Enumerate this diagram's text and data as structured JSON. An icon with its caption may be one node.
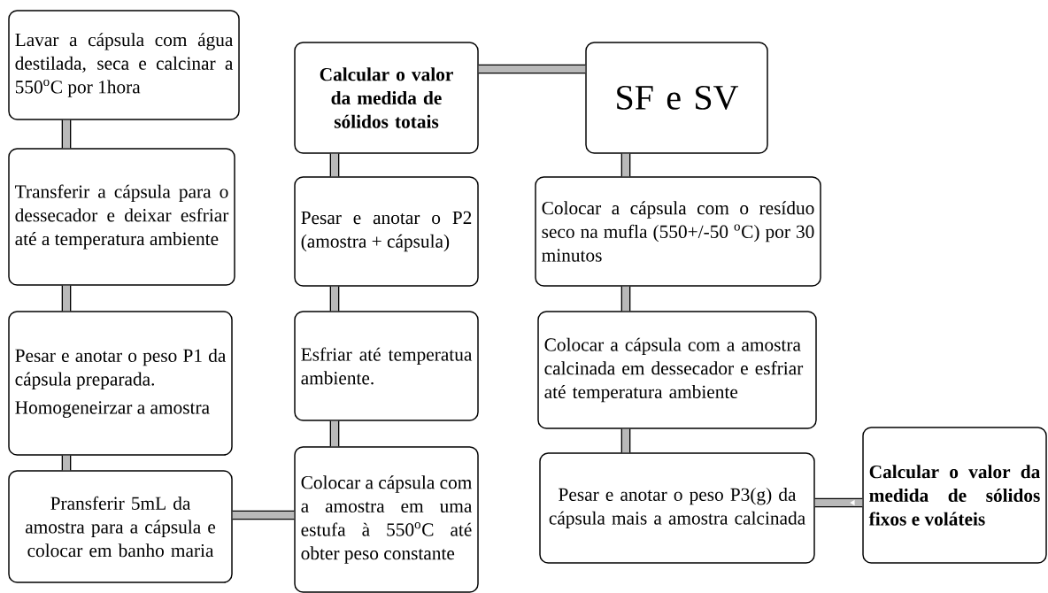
{
  "diagram": {
    "nodes": [
      {
        "text": [
          "Lavar a cápsula com água destilada, seca e calcinar a 550$^{o}$C por 1hora"
        ]
      },
      {
        "text": [
          "Transferir a cápsula para o dessecador e deixar esfriar até a temperatura ambiente"
        ]
      },
      {
        "text": [
          "Pesar e anotar o peso P1 da cápsula preparada.",
          "Homogeneirzar a amostra"
        ]
      },
      {
        "text": [
          "Pransferir 5mL da amostra para a cápsula e colocar em banho maria"
        ]
      },
      {
        "text": [
          "Colocar a cápsula com a amostra em uma estufa à 550$^{o}$C até obter peso constante"
        ]
      },
      {
        "text": [
          "Esfriar até temperatua ambiente."
        ]
      },
      {
        "text": [
          "Pesar e anotar o P2 (amostra + cápsula)"
        ]
      },
      {
        "text": [
          "Calcular o valor da medida de sólidos totais"
        ]
      },
      {
        "text": [
          "SF e SV"
        ]
      },
      {
        "text": [
          "Colocar a cápsula com o resíduo seco na mufla (550+/-50 $^{o}$C) por 30 minutos"
        ]
      },
      {
        "text": [
          "Colocar a cápsula com a amostra calcinada em dessecador e esfriar até temperatura ambiente"
        ]
      },
      {
        "text": [
          "Pesar e anotar o peso P3(g) da cápsula mais a amostra calcinada"
        ]
      },
      {
        "text": [
          "Calcular o valor da medida de sólidos fixos e voláteis"
        ]
      }
    ],
    "edges": [
      {
        "from": 0,
        "to": 1,
        "arrow": "none"
      },
      {
        "from": 1,
        "to": 2,
        "arrow": "none"
      },
      {
        "from": 2,
        "to": 3,
        "arrow": "none"
      },
      {
        "from": 3,
        "to": 4,
        "arrow": "none"
      },
      {
        "from": 4,
        "to": 5,
        "arrow": "none"
      },
      {
        "from": 5,
        "to": 6,
        "arrow": "none"
      },
      {
        "from": 6,
        "to": 7,
        "arrow": "none"
      },
      {
        "from": 7,
        "to": 8,
        "arrow": "none"
      },
      {
        "from": 8,
        "to": 9,
        "arrow": "none"
      },
      {
        "from": 9,
        "to": 10,
        "arrow": "none"
      },
      {
        "from": 10,
        "to": 11,
        "arrow": "none"
      },
      {
        "from": 12,
        "to": 11,
        "arrow": "to"
      }
    ]
  }
}
